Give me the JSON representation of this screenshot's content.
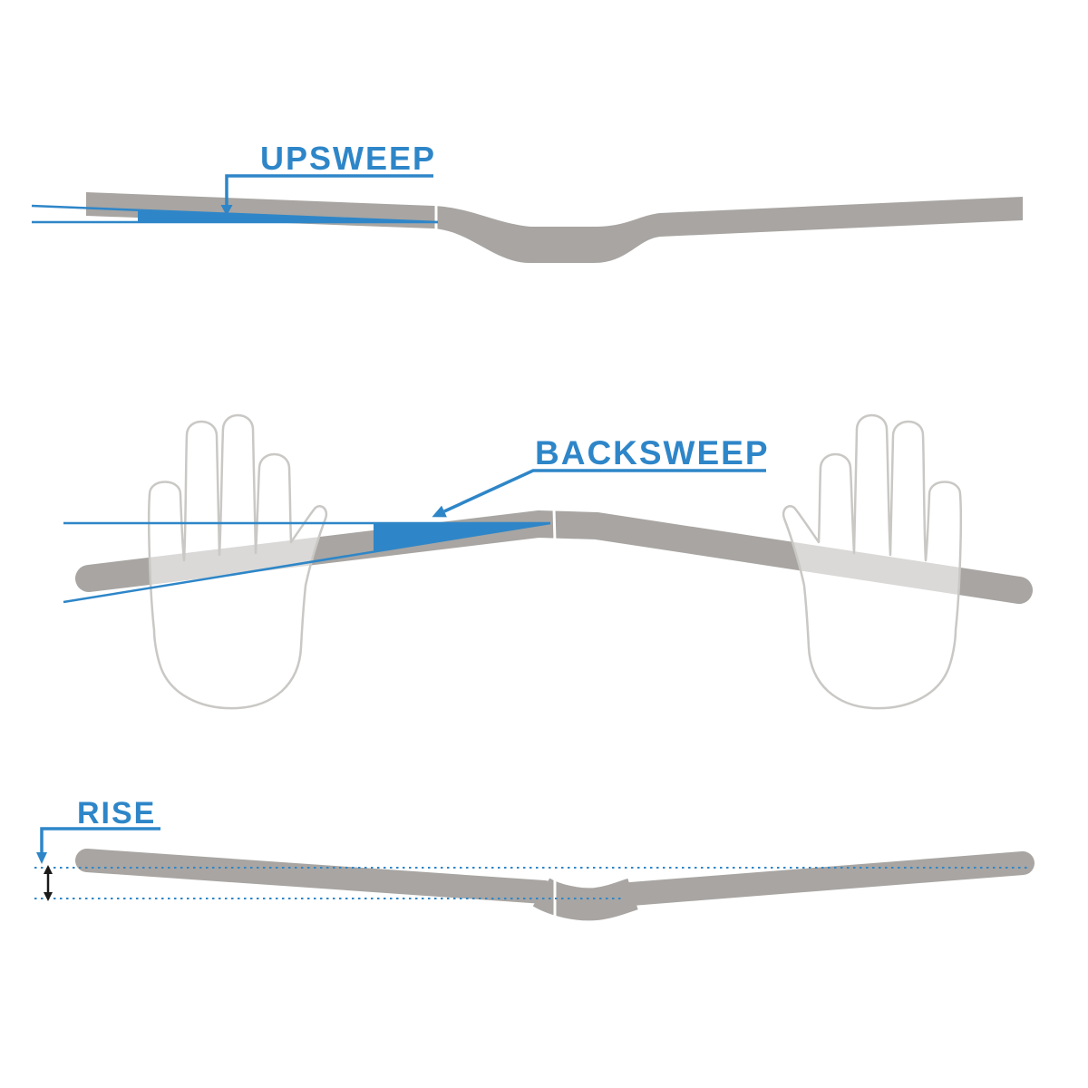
{
  "diagram": {
    "labels": {
      "upsweep": "UPSWEEP",
      "backsweep": "BACKSWEEP",
      "rise": "RISE"
    },
    "colors": {
      "accent_blue": "#2e86c8",
      "bar_gray": "#a8a5a2",
      "hand_outline_gray": "#cac8c5",
      "measure_black": "#1a1a1a",
      "background": "#ffffff"
    }
  }
}
